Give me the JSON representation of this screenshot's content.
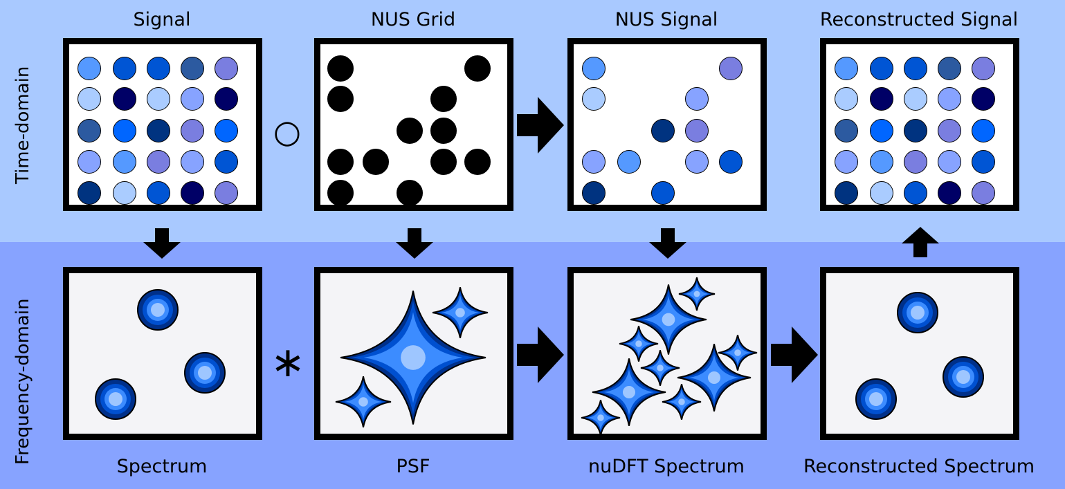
{
  "domains": {
    "time": "Time-domain",
    "frequency": "Frequency-domain"
  },
  "titles": {
    "signal": "Signal",
    "nus_grid": "NUS Grid",
    "nus_signal": "NUS Signal",
    "reconstructed_signal": "Reconstructed Signal",
    "spectrum": "Spectrum",
    "psf": "PSF",
    "nudft_spectrum": "nuDFT Spectrum",
    "reconstructed_spectrum": "Reconstructed Spectrum"
  },
  "operators": {
    "hadamard": "○",
    "convolution": "∗"
  },
  "colors": {
    "time_band": "#a9c9ff",
    "frequency_band": "#87a3ff",
    "peak_outer": "#00308a",
    "peak_mid": "#0050d0",
    "peak_inner": "#3c8cff",
    "peak_core": "#9ec6ff"
  },
  "signal_matrix": [
    [
      "#5599ff",
      "#0055d4",
      "#0055d4",
      "#2c5aa0",
      "#7a7ee0"
    ],
    [
      "#aaccff",
      "#000066",
      "#aaccff",
      "#87a3ff",
      "#000066"
    ],
    [
      "#2c5aa0",
      "#0066ff",
      "#003380",
      "#7a7ee0",
      "#0066ff"
    ],
    [
      "#87a3ff",
      "#5599ff",
      "#7a7ee0",
      "#87a3ff",
      "#0055d4"
    ],
    [
      "#003380",
      "#aaccff",
      "#0055d4",
      "#000066",
      "#7a7ee0"
    ]
  ],
  "nus_mask": [
    [
      1,
      0,
      0,
      0,
      1
    ],
    [
      1,
      0,
      0,
      1,
      0
    ],
    [
      0,
      0,
      1,
      1,
      0
    ],
    [
      1,
      1,
      0,
      1,
      1
    ],
    [
      1,
      0,
      1,
      0,
      0
    ]
  ]
}
